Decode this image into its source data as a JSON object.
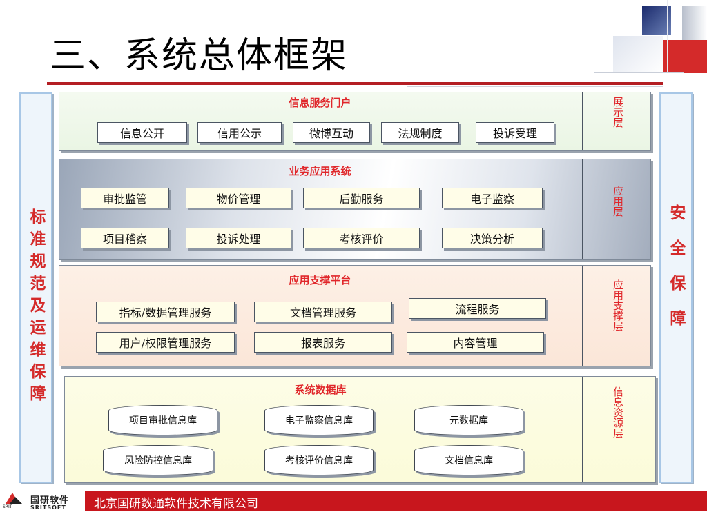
{
  "title": "三、系统总体框架",
  "left_pillar": {
    "text": "标准规范及运维保障"
  },
  "right_pillar": {
    "text": "安全保障"
  },
  "layers": {
    "portal": {
      "title": "信息服务门户",
      "label": "展示层",
      "items": [
        "信息公开",
        "信用公示",
        "微博互动",
        "法规制度",
        "投诉受理"
      ]
    },
    "business": {
      "title": "业务应用系统",
      "label": "应用层",
      "items": [
        "审批监管",
        "物价管理",
        "后勤服务",
        "电子监察",
        "项目稽察",
        "投诉处理",
        "考核评价",
        "决策分析"
      ]
    },
    "support": {
      "title": "应用支撑平台",
      "label": "应用支撑层",
      "items": [
        "指标/数据管理服务",
        "文档管理服务",
        "流程服务",
        "用户/权限管理服务",
        "报表服务",
        "内容管理"
      ]
    },
    "database": {
      "title": "系统数据库",
      "label": "信息资源层",
      "items": [
        "项目审批信息库",
        "电子监察信息库",
        "元数据库",
        "风险防控信息库",
        "考核评价信息库",
        "文档信息库"
      ]
    }
  },
  "footer": {
    "company": "北京国研数通软件技术有限公司",
    "logo_cn": "国研软件",
    "logo_en": "SRITSOFT",
    "logo_mark": "SRIT"
  },
  "colors": {
    "accent_red": "#c8161d",
    "label_red": "#e0262a",
    "title_rule": "#b41e23"
  }
}
